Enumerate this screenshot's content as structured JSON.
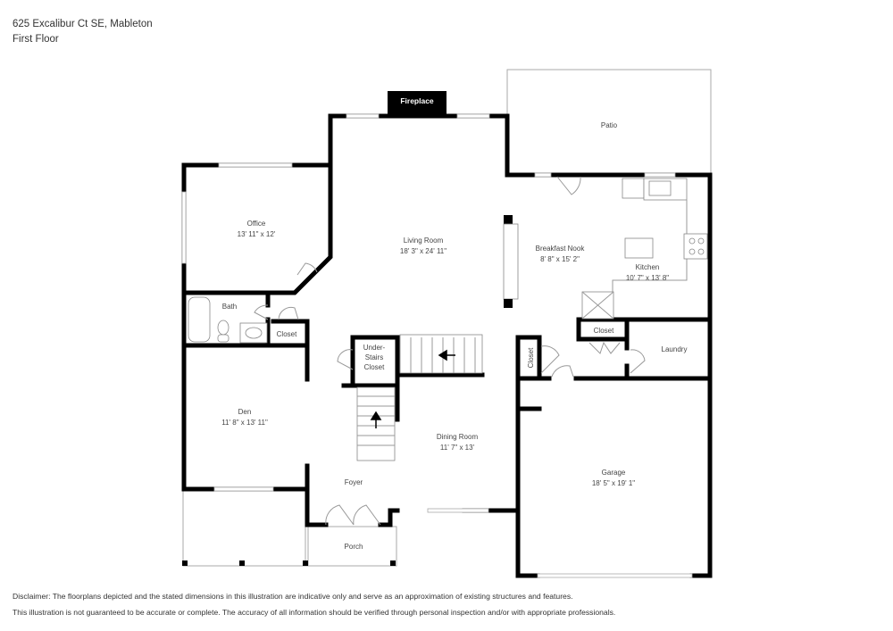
{
  "header": {
    "address": "625 Excalibur Ct SE, Mableton",
    "floor": "First Floor"
  },
  "rooms": {
    "fireplace": {
      "name": "Fireplace"
    },
    "patio": {
      "name": "Patio"
    },
    "office": {
      "name": "Office",
      "dims": "13' 11\" x 12'"
    },
    "living_room": {
      "name": "Living Room",
      "dims": "18' 3\" x 24' 11\""
    },
    "breakfast_nook": {
      "name": "Breakfast Nook",
      "dims": "8' 8\" x 15' 2\""
    },
    "kitchen": {
      "name": "Kitchen",
      "dims": "10' 7\" x 13' 8\""
    },
    "bath": {
      "name": "Bath"
    },
    "closet_bath": {
      "name": "Closet"
    },
    "closet_kitchen": {
      "name": "Closet"
    },
    "closet_garage": {
      "name": "Closet"
    },
    "laundry": {
      "name": "Laundry"
    },
    "under_stairs": {
      "line1": "Under-",
      "line2": "Stairs",
      "line3": "Closet"
    },
    "den": {
      "name": "Den",
      "dims": "11' 8\" x 13' 11\""
    },
    "dining_room": {
      "name": "Dining Room",
      "dims": "11' 7\" x 13'"
    },
    "foyer": {
      "name": "Foyer"
    },
    "garage": {
      "name": "Garage",
      "dims": "18' 5\" x 19' 1\""
    },
    "porch": {
      "name": "Porch"
    }
  },
  "disclaimer": {
    "line1": "Disclaimer: The floorplans depicted and the stated dimensions in this illustration are indicative only and serve as an approximation of existing structures and features.",
    "line2": "This illustration is not guaranteed to be accurate or complete. The accuracy of all information should be verified through personal inspection and/or with appropriate professionals."
  }
}
